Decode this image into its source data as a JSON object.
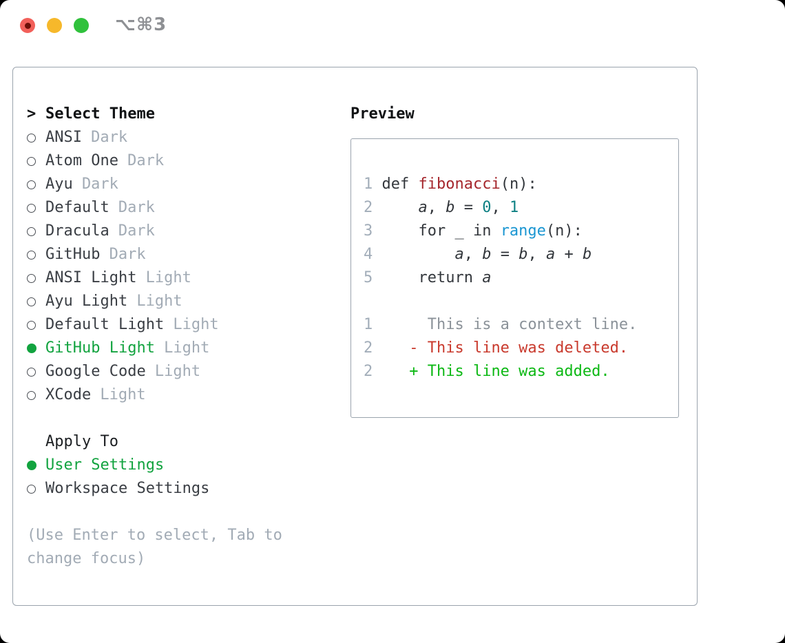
{
  "window": {
    "shortcut_label": "⌥⌘3",
    "traffic_lights": [
      {
        "name": "close-button",
        "color": "#f2605a"
      },
      {
        "name": "minimize-button",
        "color": "#f6b82b"
      },
      {
        "name": "zoom-button",
        "color": "#30c13c"
      }
    ]
  },
  "theme_menu": {
    "pointer_glyph": ">",
    "title": "Select Theme",
    "items": [
      {
        "name": "ANSI",
        "variant": "Dark",
        "selected": false
      },
      {
        "name": "Atom One",
        "variant": "Dark",
        "selected": false
      },
      {
        "name": "Ayu",
        "variant": "Dark",
        "selected": false
      },
      {
        "name": "Default",
        "variant": "Dark",
        "selected": false
      },
      {
        "name": "Dracula",
        "variant": "Dark",
        "selected": false
      },
      {
        "name": "GitHub",
        "variant": "Dark",
        "selected": false
      },
      {
        "name": "ANSI Light",
        "variant": "Light",
        "selected": false
      },
      {
        "name": "Ayu Light",
        "variant": "Light",
        "selected": false
      },
      {
        "name": "Default Light",
        "variant": "Light",
        "selected": false
      },
      {
        "name": "GitHub Light",
        "variant": "Light",
        "selected": true
      },
      {
        "name": "Google Code",
        "variant": "Light",
        "selected": false
      },
      {
        "name": "XCode",
        "variant": "Light",
        "selected": false
      }
    ]
  },
  "apply_to": {
    "title": "Apply To",
    "options": [
      {
        "label": "User Settings",
        "selected": true
      },
      {
        "label": "Workspace Settings",
        "selected": false
      }
    ]
  },
  "help_text": {
    "lines": [
      "(Use Enter to select, Tab to",
      "change focus)"
    ]
  },
  "preview": {
    "title": "Preview",
    "code_lines": [
      {
        "num": "1",
        "segments": [
          {
            "t": "def ",
            "s": "c"
          },
          {
            "t": "fibonacci",
            "s": "f"
          },
          {
            "t": "(n):",
            "s": "c"
          }
        ]
      },
      {
        "num": "2",
        "segments": [
          {
            "t": "    ",
            "s": "c"
          },
          {
            "t": "a",
            "s": "v"
          },
          {
            "t": ", ",
            "s": "c"
          },
          {
            "t": "b",
            "s": "v"
          },
          {
            "t": " = ",
            "s": "c"
          },
          {
            "t": "0",
            "s": "n"
          },
          {
            "t": ", ",
            "s": "c"
          },
          {
            "t": "1",
            "s": "n"
          }
        ]
      },
      {
        "num": "3",
        "segments": [
          {
            "t": "    for _ in ",
            "s": "c"
          },
          {
            "t": "range",
            "s": "b"
          },
          {
            "t": "(n):",
            "s": "c"
          }
        ]
      },
      {
        "num": "4",
        "segments": [
          {
            "t": "        ",
            "s": "c"
          },
          {
            "t": "a",
            "s": "v"
          },
          {
            "t": ", ",
            "s": "c"
          },
          {
            "t": "b",
            "s": "v"
          },
          {
            "t": " = ",
            "s": "c"
          },
          {
            "t": "b",
            "s": "v"
          },
          {
            "t": ", ",
            "s": "c"
          },
          {
            "t": "a",
            "s": "v"
          },
          {
            "t": " + ",
            "s": "c"
          },
          {
            "t": "b",
            "s": "v"
          }
        ]
      },
      {
        "num": "5",
        "segments": [
          {
            "t": "    return ",
            "s": "c"
          },
          {
            "t": "a",
            "s": "v"
          }
        ]
      },
      {
        "num": "",
        "segments": []
      },
      {
        "num": "1",
        "segments": [
          {
            "t": "     This is a context line.",
            "s": "x"
          }
        ]
      },
      {
        "num": "2",
        "segments": [
          {
            "t": "   - This line was deleted.",
            "s": "d"
          }
        ]
      },
      {
        "num": "2",
        "segments": [
          {
            "t": "   + This line was added.",
            "s": "a"
          }
        ]
      }
    ]
  },
  "accent_colors": {
    "selected_green": "#12a33f",
    "added_green": "#0cb814",
    "deleted_red": "#c93a2d",
    "function_red": "#a5262c",
    "number_teal": "#0d8083",
    "builtin_blue": "#1a96d2",
    "muted_gray": "#a2abb5",
    "panel_border": "#9aa3ad"
  }
}
